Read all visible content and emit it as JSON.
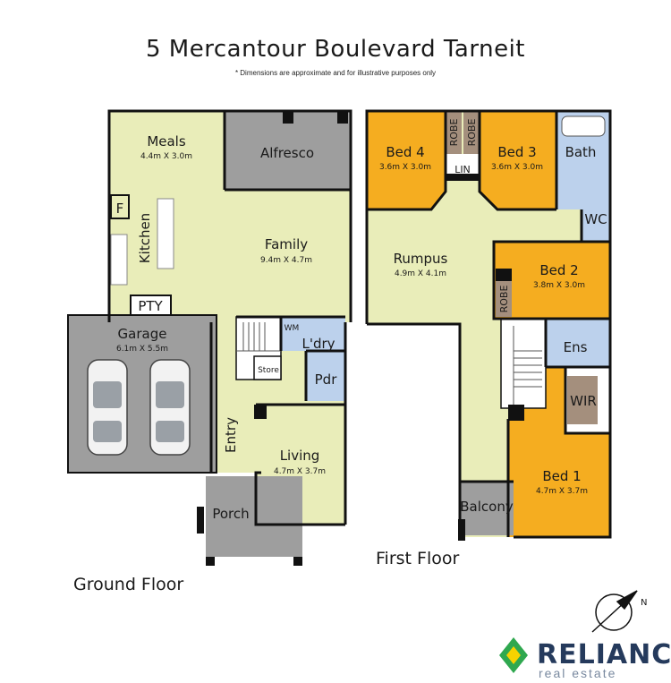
{
  "title": "5 Mercantour Boulevard Tarneit",
  "disclaimer": "* Dimensions are approximate and for illustrative purposes only",
  "floors": {
    "ground": "Ground Floor",
    "first": "First Floor"
  },
  "rooms": {
    "meals": {
      "name": "Meals",
      "dims": "4.4m X 3.0m"
    },
    "alfresco": {
      "name": "Alfresco"
    },
    "fridge": {
      "name": "F"
    },
    "kitchen": {
      "name": "Kitchen"
    },
    "family": {
      "name": "Family",
      "dims": "9.4m X 4.7m"
    },
    "pantry": {
      "name": "PTY"
    },
    "garage": {
      "name": "Garage",
      "dims": "6.1m X 5.5m"
    },
    "washing_machine": {
      "name": "WM"
    },
    "laundry": {
      "name": "L'dry"
    },
    "store": {
      "name": "Store"
    },
    "powder": {
      "name": "Pdr"
    },
    "entry": {
      "name": "Entry"
    },
    "living": {
      "name": "Living",
      "dims": "4.7m X 3.7m"
    },
    "porch": {
      "name": "Porch"
    },
    "bed4": {
      "name": "Bed 4",
      "dims": "3.6m X 3.0m"
    },
    "robe_left": {
      "name": "ROBE"
    },
    "robe_right": {
      "name": "ROBE"
    },
    "linen": {
      "name": "LIN"
    },
    "bed3": {
      "name": "Bed 3",
      "dims": "3.6m X 3.0m"
    },
    "bath": {
      "name": "Bath"
    },
    "wc": {
      "name": "WC"
    },
    "rumpus": {
      "name": "Rumpus",
      "dims": "4.9m X 4.1m"
    },
    "bed2": {
      "name": "Bed 2",
      "dims": "3.8m X 3.0m"
    },
    "robe_bed2": {
      "name": "ROBE"
    },
    "ensuite": {
      "name": "Ens"
    },
    "wir": {
      "name": "WIR"
    },
    "bed1": {
      "name": "Bed 1",
      "dims": "4.7m X 3.7m"
    },
    "balcony": {
      "name": "Balcony"
    }
  },
  "compass": {
    "north": "N"
  },
  "brand": {
    "name": "RELIANCE",
    "tagline": "real estate"
  },
  "colors": {
    "living_area": "#e9edb9",
    "outdoor": "#9e9e9e",
    "bedroom": "#f5ad20",
    "wet_area": "#bcd1ec",
    "robe": "#a48f7d",
    "wall": "#111111",
    "brand_blue": "#253a5c",
    "brand_green": "#2fa84f"
  }
}
